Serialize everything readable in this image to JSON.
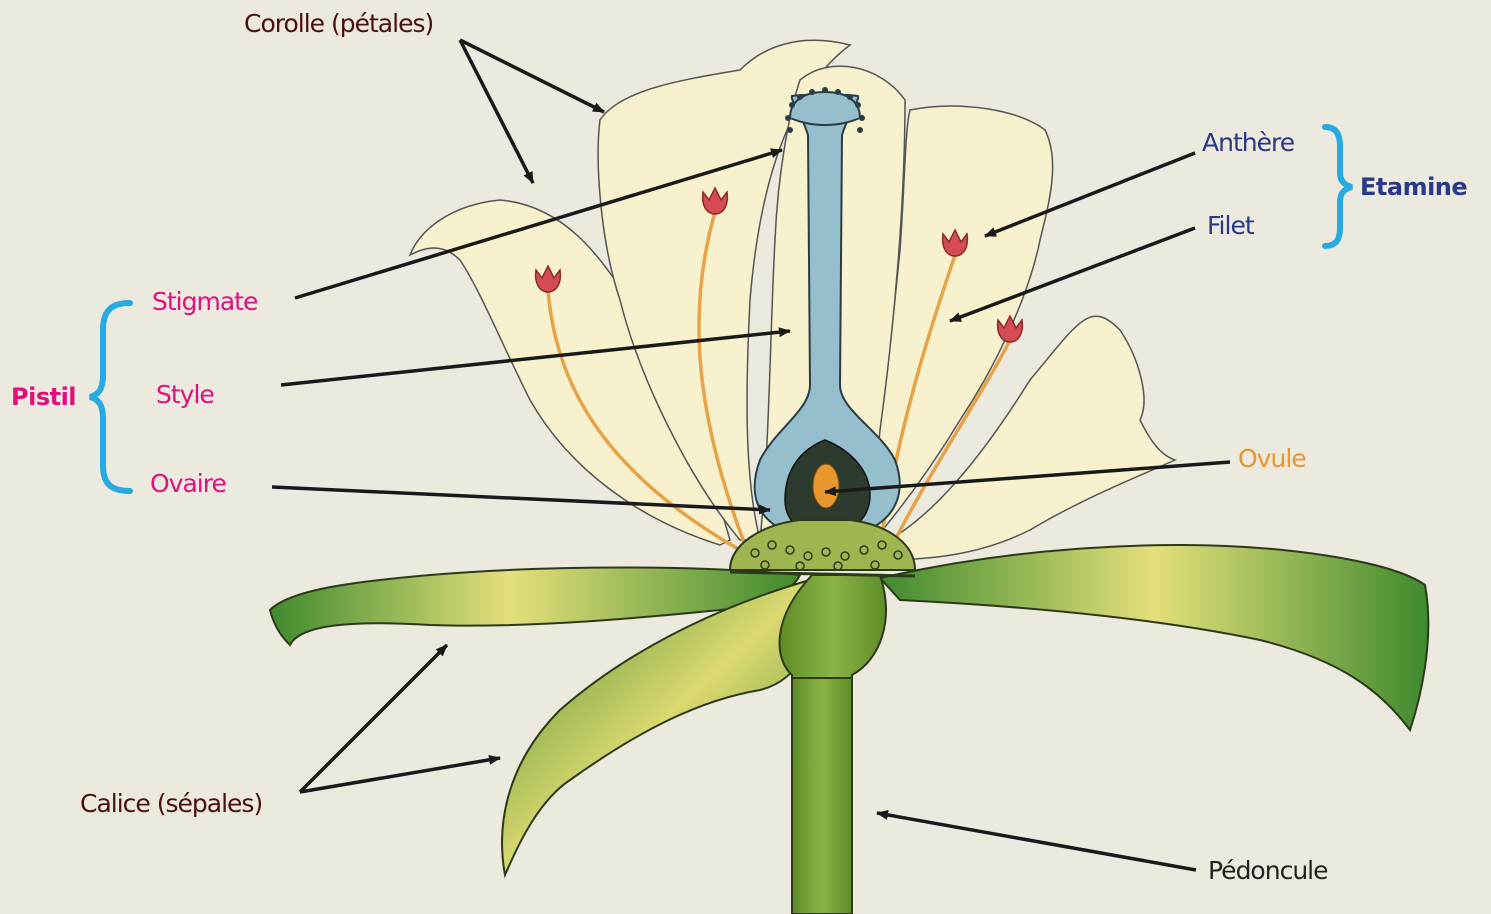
{
  "labels": {
    "corolle": "Corolle (pétales)",
    "stigmate": "Stigmate",
    "style": "Style",
    "ovaire": "Ovaire",
    "pistil": "Pistil",
    "anthere": "Anthère",
    "filet": "Filet",
    "etamine": "Etamine",
    "ovule": "Ovule",
    "calice": "Calice (sépales)",
    "pedoncule": "Pédoncule"
  },
  "colors": {
    "background": "#ece9df",
    "petal": "#f7f2cd",
    "pistil": "#95bfcc",
    "ovary_dark": "#2d3a2e",
    "ovule": "#e8962e",
    "sepal_dark": "#3f8a2e",
    "sepal_light": "#e4e07a",
    "stem": "#79a33a",
    "anther": "#d44b52",
    "filament": "#e7a447",
    "label_brown": "#4a1010",
    "label_magenta": "#e2107e",
    "label_blue": "#2a3888",
    "label_orange": "#e8962e",
    "brace_cyan": "#27a9e1"
  }
}
